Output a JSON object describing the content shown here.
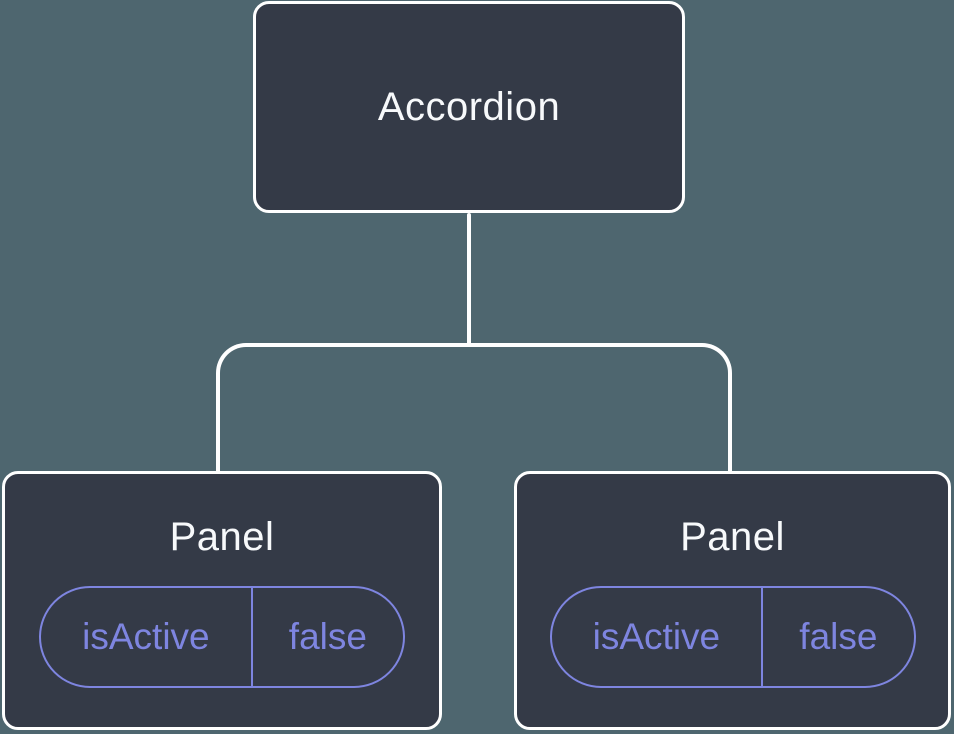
{
  "colors": {
    "background": "#4E666F",
    "node_fill": "#343A47",
    "node_border": "#FFFFFF",
    "connector": "#FFFFFF",
    "text_primary": "#F7F9FB",
    "accent_purple": "#7E85E0"
  },
  "tree": {
    "root": {
      "label": "Accordion"
    },
    "children": [
      {
        "label": "Panel",
        "state": {
          "key": "isActive",
          "value": "false"
        }
      },
      {
        "label": "Panel",
        "state": {
          "key": "isActive",
          "value": "false"
        }
      }
    ]
  }
}
